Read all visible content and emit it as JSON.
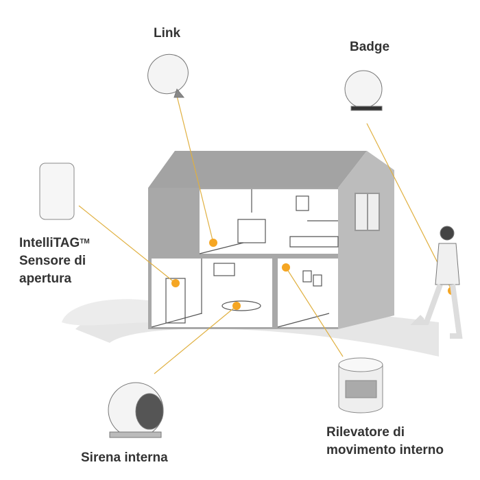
{
  "labels": {
    "link": "Link",
    "badge": "Badge",
    "intellitag_name": "IntelliTAG",
    "intellitag_tm": "TM",
    "intellitag_line2": "Sensore di",
    "intellitag_line3": "apertura",
    "sirena": "Sirena interna",
    "rilevatore_line1": "Rilevatore di",
    "rilevatore_line2": "movimento interno"
  },
  "colors": {
    "accent": "#f5a623",
    "house": "#a8a8a8",
    "house_side": "#bdbdbd",
    "text": "#333333"
  }
}
